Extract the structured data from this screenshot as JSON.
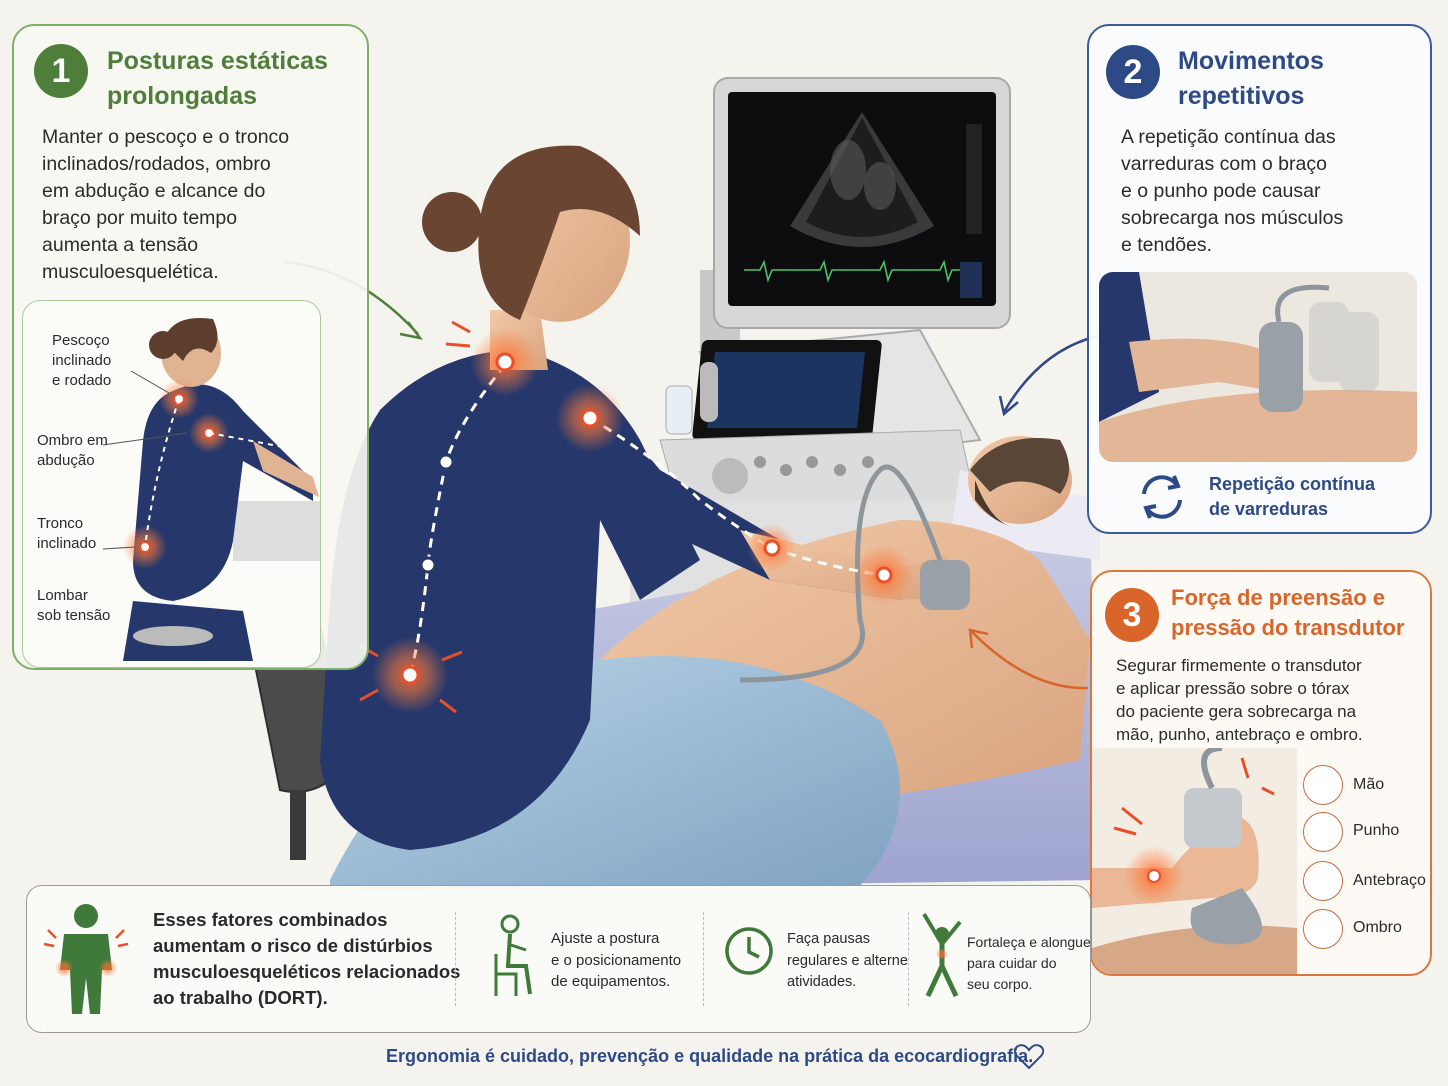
{
  "colors": {
    "green": "#4f7d3a",
    "navy": "#2e4a86",
    "orange": "#d9652a",
    "scrubs": "#26386b",
    "pain": "#e8502a"
  },
  "card1": {
    "number": "1",
    "title_line1": "Posturas estáticas",
    "title_line2": "prolongadas",
    "text": [
      "Manter o pescoço e o tronco",
      "inclinados/rodados, ombro",
      "em abdução e alcance do",
      "braço por muito tempo",
      "aumenta a tensão",
      "musculoesquelética."
    ],
    "labels": [
      [
        "Pescoço",
        "inclinado",
        "e rodado"
      ],
      [
        "Ombro em",
        "abdução"
      ],
      [
        "Tronco",
        "inclinado"
      ],
      [
        "Lombar",
        "sob tensão"
      ]
    ]
  },
  "card2": {
    "number": "2",
    "title_line1": "Movimentos",
    "title_line2": "repetitivos",
    "text": [
      "A repetição contínua das",
      "varreduras com o braço",
      "e o punho pode causar",
      "sobrecarga nos músculos",
      "e tendões."
    ],
    "caption_line1": "Repetição contínua",
    "caption_line2": "de varreduras",
    "icon": "cycle-arrows-icon"
  },
  "card3": {
    "number": "3",
    "title_line1": "Força de preensão e",
    "title_line2": "pressão do transdutor",
    "text": [
      "Segurar firmemente o transdutor",
      "e aplicar pressão sobre o tórax",
      "do paciente gera sobrecarga na",
      "mão, punho, antebraço e ombro."
    ],
    "parts": [
      "Mão",
      "Punho",
      "Antebraço",
      "Ombro"
    ]
  },
  "bottom": {
    "risk": [
      "Esses fatores combinados",
      "aumentam o risco de distúrbios",
      "musculoesqueléticos relacionados",
      "ao trabalho (DORT)."
    ],
    "tip1": [
      "Ajuste a postura",
      "e o posicionamento",
      "de equipamentos."
    ],
    "tip2": [
      "Faça pausas",
      "regulares e alterne",
      "atividades."
    ],
    "tip3": [
      "Fortaleça e alongue",
      "para cuidar do",
      "seu corpo."
    ],
    "icons": [
      "body-pain-icon",
      "seated-posture-icon",
      "clock-icon",
      "stretch-icon"
    ]
  },
  "footer": {
    "text": "Ergonomia é cuidado, prevenção e qualidade na prática da ecocardiografia.",
    "icon": "heart-icon"
  }
}
